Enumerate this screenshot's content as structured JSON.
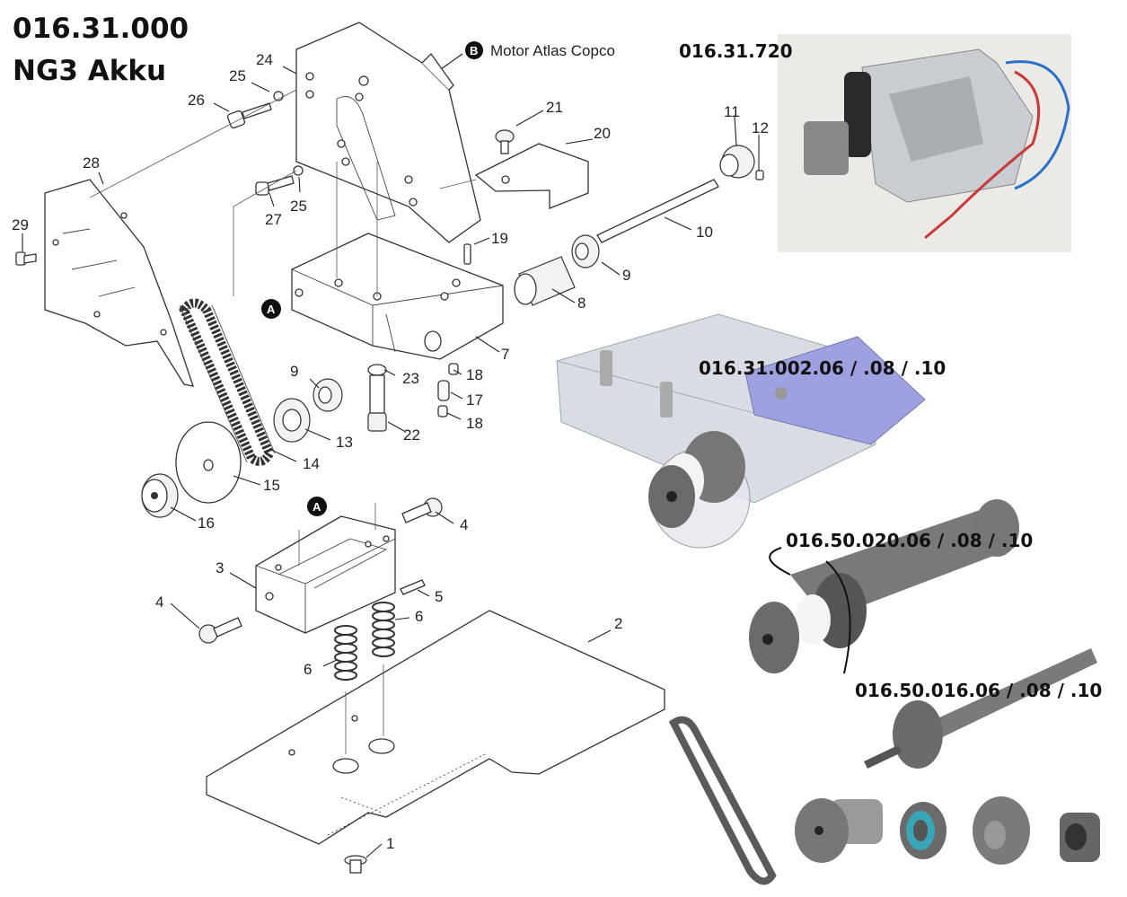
{
  "header": {
    "article_number": "016.31.000",
    "model": "NG3 Akku"
  },
  "motor_callout": {
    "badge": "B",
    "label": "Motor Atlas Copco"
  },
  "assembly_badge": "A",
  "part_labels": [
    {
      "id": "p1",
      "text": "016.31.720"
    },
    {
      "id": "p2",
      "text": "016.31.002.06  / .08 / .10"
    },
    {
      "id": "p3",
      "text": "016.50.020.06  / .08 / .10"
    },
    {
      "id": "p4",
      "text": "016.50.016.06  / .08 / .10"
    }
  ],
  "callouts": [
    "1",
    "2",
    "3",
    "4",
    "4",
    "5",
    "6",
    "6",
    "7",
    "8",
    "9",
    "9",
    "10",
    "11",
    "12",
    "13",
    "14",
    "15",
    "16",
    "17",
    "18",
    "18",
    "19",
    "20",
    "21",
    "22",
    "23",
    "24",
    "25",
    "25",
    "26",
    "27",
    "28",
    "29"
  ],
  "colors": {
    "accent_plate": "#9fa0e0",
    "body_gray": "#d8dde3",
    "photo_bg": "#eceae6"
  }
}
